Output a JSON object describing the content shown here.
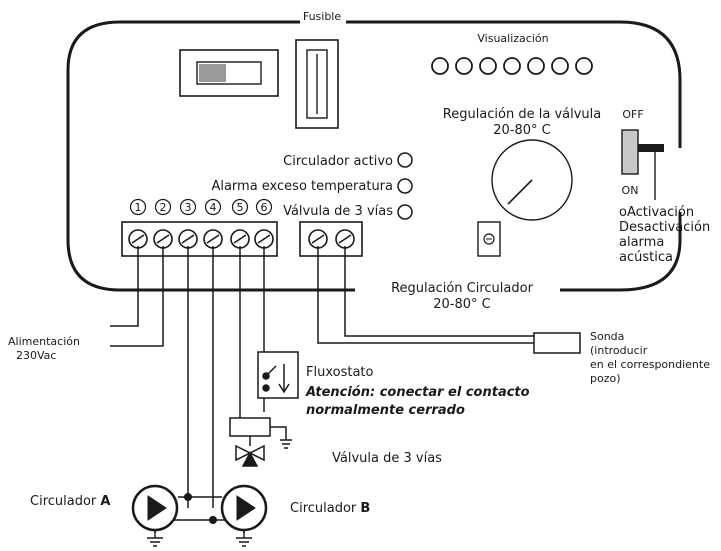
{
  "labels": {
    "fuse": "Fusible",
    "display": "Visualización",
    "valve_reg_title": "Regulación de la válvula",
    "valve_reg_range": "20-80° C",
    "switch_off": "OFF",
    "switch_on": "ON",
    "alarm_lines": [
      "oActivación",
      "Desactivación",
      "alarma",
      "acústica"
    ],
    "indicator_circ": "Circulador activo",
    "indicator_alarm": "Alarma exceso temperatura",
    "indicator_valve": "Válvula de 3 vías",
    "terminal_numbers": [
      "1",
      "2",
      "3",
      "4",
      "5",
      "6"
    ],
    "circ_reg_title": "Regulación Circulador",
    "circ_reg_range": "20-80° C",
    "power_label": "Alimentación",
    "power_voltage": "230Vac",
    "probe_lines": [
      "Sonda",
      "(introducir",
      "en el correspondiente",
      "pozo)"
    ],
    "flow_switch": "Fluxostato",
    "warning_line1": "Atención: conectar el contacto",
    "warning_line2": "normalmente cerrado",
    "valve_3way": "Válvula de 3 vías",
    "circ_a_text": "Circulador",
    "circ_a_letter": "A",
    "circ_b_text": "Circulador",
    "circ_b_letter": "B"
  },
  "display_led_count": 7
}
